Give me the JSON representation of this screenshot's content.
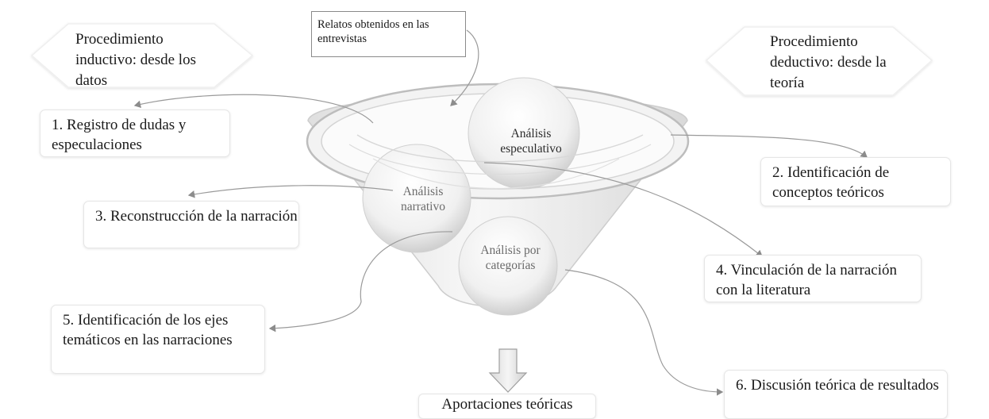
{
  "source": {
    "text": "Relatos obtenidos en las entrevistas"
  },
  "approaches": {
    "inductive": "Procedimiento inductivo: desde los datos",
    "deductive": "Procedimiento deductivo: desde la teoría"
  },
  "funnel": {
    "speculative": "Análisis especulativo",
    "narrative": "Análisis narrativo",
    "categories": "Análisis por categorías"
  },
  "steps": [
    {
      "label": "1. Registro de dudas y especulaciones"
    },
    {
      "label": "2. Identificación de conceptos teóricos"
    },
    {
      "label": "3. Reconstrucción de la narración"
    },
    {
      "label": "4. Vinculación de la narración con la literatura"
    },
    {
      "label": "5. Identificación de los ejes temáticos en las narraciones"
    },
    {
      "label": "6. Discusión teórica de resultados"
    }
  ],
  "output": {
    "label": "Aportaciones teóricas"
  },
  "colors": {
    "connector": "#9a9a9a",
    "box_border": "#e6e6e6",
    "funnel": "#e4e4e4"
  }
}
